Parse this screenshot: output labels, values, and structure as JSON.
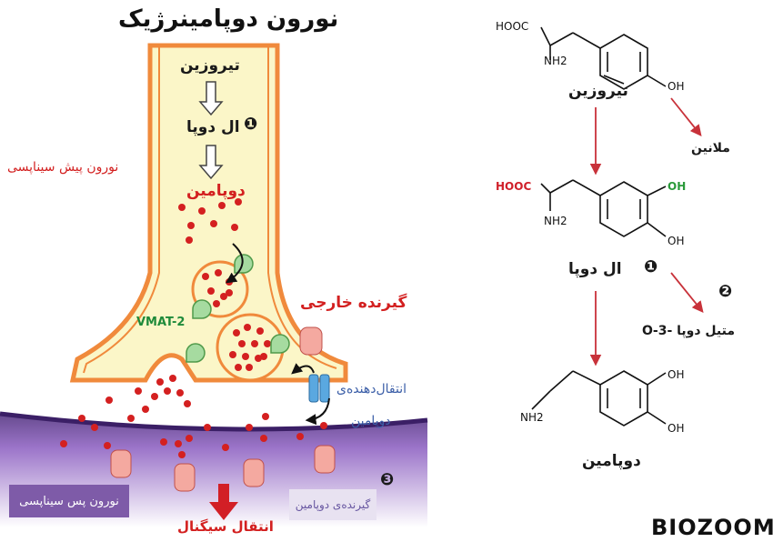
{
  "title": "نورون دوپامینرژیک",
  "left": {
    "tyrosine": "تیروزین",
    "ldopa": "ال دوپا",
    "step1": "❶",
    "dopamine": "دوپامین",
    "presynaptic": "نورون پیش سیناپسی",
    "vmat": "VMAT-2",
    "autoreceptor": "گیرنده خارجی",
    "transporter_line1": "انتقال‌دهنده‌ی",
    "transporter_line2": "دوپامین",
    "postsynaptic": "نورون پس سیناپسی",
    "step3": "❸",
    "dopamine_receptor": "گیرنده‌ی دوپامین",
    "signal": "انتقال سیگنال"
  },
  "right": {
    "tyrosine": "تیروزین",
    "melanin": "ملانین",
    "ldopa": "ال دوپا",
    "step1": "❶",
    "step2": "❷",
    "omethyl": "متیل دوپا -3-O",
    "dopamine": "دوپامین",
    "groups": {
      "hooc": "HOOC",
      "nh2": "NH2",
      "oh": "OH"
    }
  },
  "logo": "BIOZOOM",
  "colors": {
    "cytoplasm": "#fbf6c8",
    "membrane": "#f08a3c",
    "vesicle_dot": "#d42020",
    "post_membrane": "#7a4fb0",
    "arrow_red": "#c8323a",
    "receptor": "#f4a9a0",
    "transporter": "#5aa8e0",
    "vmat": "#a6dba0",
    "hydroxyl_green": "#2a9a3a",
    "carboxyl_red": "#d0202a"
  }
}
